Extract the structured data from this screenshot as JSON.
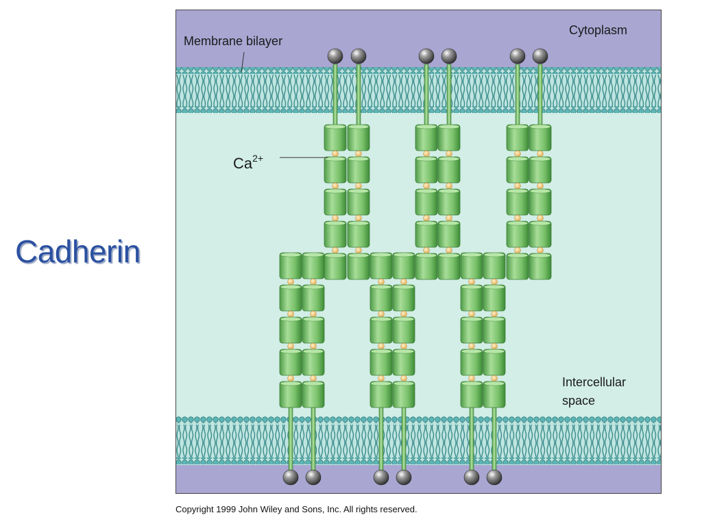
{
  "slide": {
    "title": "Cadherin"
  },
  "diagram": {
    "labels": {
      "membrane": "Membrane bilayer",
      "cytoplasm": "Cytoplasm",
      "calcium": "Ca",
      "calcium_charge": "2+",
      "intercellular_line1": "Intercellular",
      "intercellular_line2": "space"
    },
    "colors": {
      "cytoplasm": "#a9a6d2",
      "intercellular": "#d2eee6",
      "lipid_tail": "#3a8a8a",
      "lipid_head": "#5fb2b2",
      "domain": "#7cc470",
      "calcium": "#f0c878",
      "anchor": "#555555"
    },
    "structure": {
      "upper_cadherin_pairs": 3,
      "lower_cadherin_pairs": 3,
      "domains_per_chain": 5
    }
  },
  "footer": {
    "copyright": "Copyright 1999 John Wiley and Sons, Inc. All rights reserved."
  }
}
